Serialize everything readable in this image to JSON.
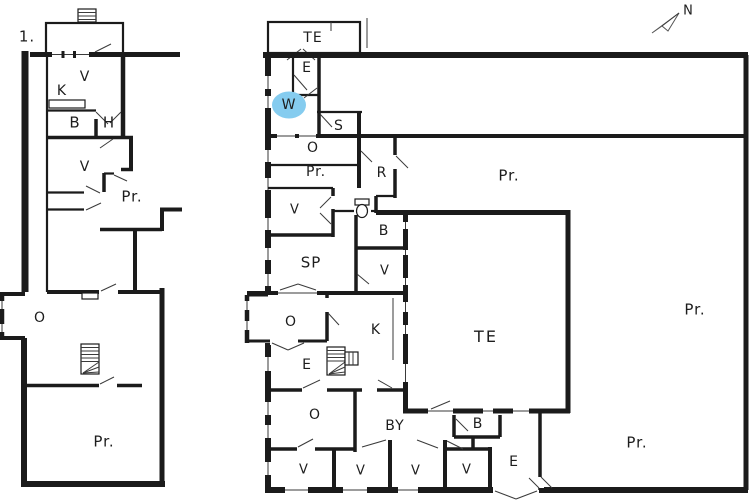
{
  "canvas": {
    "background": "#ffffff",
    "wall_color": "#1b1b1b"
  },
  "compass": {
    "label": "N"
  },
  "highlighted_room": {
    "label": "W",
    "color": "#85ccef"
  },
  "plan_left": {
    "number_label": "1.",
    "room_labels": [
      "V",
      "K",
      "B",
      "H",
      "V",
      "Pr.",
      "O",
      "Pr."
    ]
  },
  "plan_right": {
    "room_labels": [
      "TE",
      "E",
      "W",
      "S",
      "O",
      "Pr.",
      "R",
      "V",
      "B",
      "SP",
      "V",
      "O",
      "K",
      "TE",
      "E",
      "Pr.",
      "O",
      "BY",
      "B",
      "V",
      "V",
      "V",
      "V",
      "E",
      "Pr.",
      "Pr."
    ]
  }
}
